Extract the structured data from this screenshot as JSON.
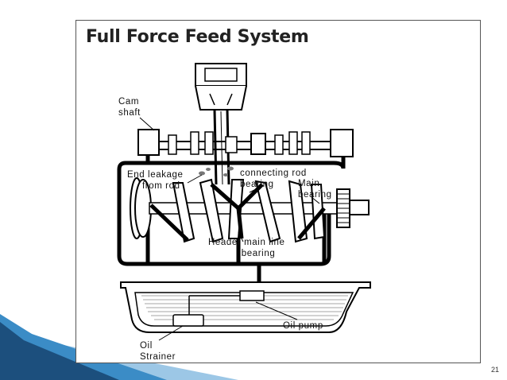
{
  "slide": {
    "title": "Full Force Feed System",
    "page_number": "21"
  },
  "labels": {
    "cam_shaft": "Cam\nshaft",
    "end_leakage": "End leakage\n     from rod",
    "connecting_rod_bearing": "connecting rod\nbearing",
    "main_bearing": "Main\nbearing",
    "header_main_line": "Header main line\n           bearing",
    "oil_pump": "Oil pump",
    "oil_strainer": "Oil\nStrainer"
  },
  "colors": {
    "accent_dark": "#1c4f7d",
    "accent_mid": "#3b8cc6",
    "accent_light": "#9cc7e6"
  }
}
